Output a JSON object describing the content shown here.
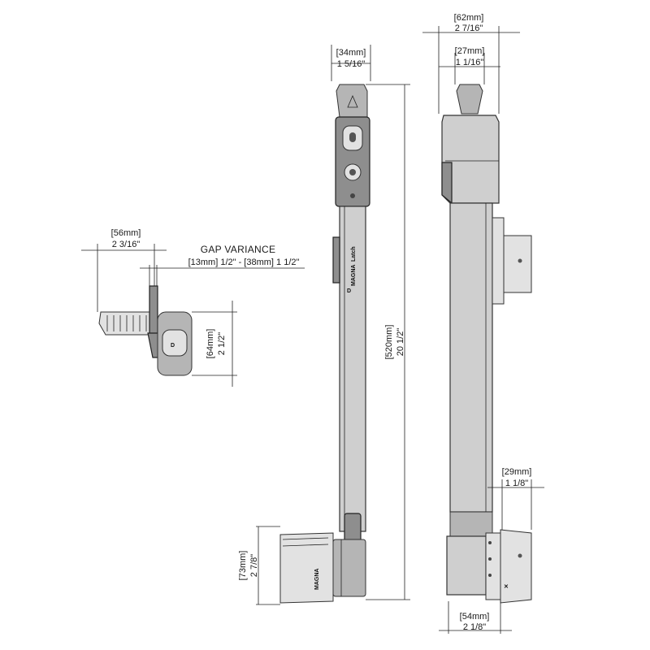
{
  "dimensions": {
    "front_top_width": {
      "mm": "[34mm]",
      "inch": "1 5/16\""
    },
    "side_top_width": {
      "mm": "[62mm]",
      "inch": "2 7/16\""
    },
    "side_knob_width": {
      "mm": "[27mm]",
      "inch": "1 1/16\""
    },
    "overall_height": {
      "mm": "[520mm]",
      "inch": "20 1/2\""
    },
    "plan_width": {
      "mm": "[56mm]",
      "inch": "2 3/16\""
    },
    "plan_height": {
      "mm": "[64mm]",
      "inch": "2 1/2\""
    },
    "gap_variance": {
      "title": "GAP VARIANCE",
      "range": "[13mm] 1/2\"  - [38mm] 1 1/2\""
    },
    "keeper_width": {
      "mm": "[29mm]",
      "inch": "1 1/8\""
    },
    "base_height": {
      "mm": "[73mm]",
      "inch": "2 7/8\""
    },
    "base_width": {
      "mm": "[54mm]",
      "inch": "2 1/8\""
    }
  },
  "brand": {
    "name": "MAGNA",
    "sub": "Latch"
  },
  "colors": {
    "line": "#222222",
    "body": "#cfcfcf",
    "dark": "#8e8e8e"
  }
}
